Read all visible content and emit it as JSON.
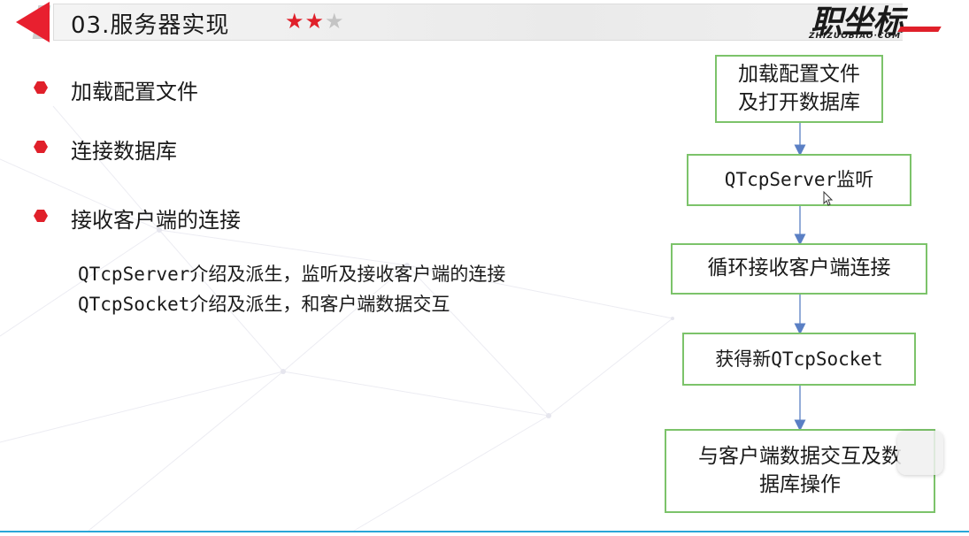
{
  "header": {
    "title": "03.服务器实现",
    "stars_filled": 2,
    "stars_total": 3,
    "accent_color": "#e0202a",
    "logo_text": "职坐标",
    "logo_subtext": "ZHIZUOBIAO·COM"
  },
  "bullets": [
    {
      "label": "加载配置文件"
    },
    {
      "label": "连接数据库"
    },
    {
      "label": "接收客户端的连接"
    }
  ],
  "details": [
    {
      "text": "QTcpServer介绍及派生，监听及接收客户端的连接"
    },
    {
      "text": "QTcpSocket介绍及派生，和客户端数据交互"
    }
  ],
  "flowchart": {
    "box_border_color": "#7cc36a",
    "arrow_color": "#5a7fc4",
    "steps": [
      {
        "lines": [
          "加载配置文件",
          "及打开数据库"
        ]
      },
      {
        "lines": [
          "QTcpServer监听"
        ]
      },
      {
        "lines": [
          "循环接收客户端连接"
        ]
      },
      {
        "lines": [
          "获得新QTcpSocket"
        ]
      },
      {
        "lines": [
          "与客户端数据交互及数",
          "据库操作"
        ]
      }
    ]
  },
  "footer": {
    "line_color": "#2aa6d8"
  }
}
